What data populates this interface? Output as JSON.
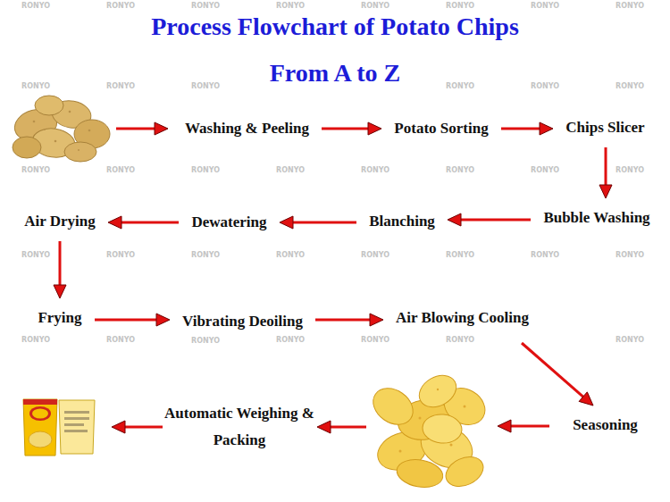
{
  "diagram": {
    "title": "Process Flowchart of Potato Chips From A to Z",
    "nodes": [
      {
        "text": [
          "Washing & Peeling"
        ]
      },
      {
        "text": [
          "Potato Sorting"
        ]
      },
      {
        "text": [
          "Chips Slicer"
        ]
      },
      {
        "text": [
          "Bubble Washing"
        ]
      },
      {
        "text": [
          "Blanching"
        ]
      },
      {
        "text": [
          "Dewatering"
        ]
      },
      {
        "text": [
          "Air Drying"
        ]
      },
      {
        "text": [
          "Frying"
        ]
      },
      {
        "text": [
          "Vibrating Deoiling"
        ]
      },
      {
        "text": [
          "Air Blowing Cooling"
        ]
      },
      {
        "text": [
          "Seasoning"
        ]
      },
      {
        "text": [
          "Automatic Weighing & Packing"
        ]
      }
    ],
    "edges": [
      {
        "from": 0,
        "to": 1,
        "arrow": "to"
      },
      {
        "from": 1,
        "to": 2,
        "arrow": "to"
      },
      {
        "from": 2,
        "to": 3,
        "arrow": "to"
      },
      {
        "from": 3,
        "to": 4,
        "arrow": "to"
      },
      {
        "from": 4,
        "to": 5,
        "arrow": "to"
      },
      {
        "from": 5,
        "to": 6,
        "arrow": "to"
      },
      {
        "from": 6,
        "to": 7,
        "arrow": "to"
      },
      {
        "from": 7,
        "to": 8,
        "arrow": "to"
      },
      {
        "from": 8,
        "to": 9,
        "arrow": "to"
      },
      {
        "from": 9,
        "to": 10,
        "arrow": "to"
      }
    ],
    "labels": [
      "RONYO",
      "RONYO",
      "RONYO",
      "RONYO",
      "RONYO",
      "RONYO",
      "RONYO",
      "RONYO",
      "RONYO",
      "RONYO",
      "RONYO",
      "RONYO",
      "RONYO",
      "RONYO",
      "RONYO",
      "RONYO",
      "RONYO",
      "RONYO",
      "RONYO",
      "RONYO",
      "RONYO",
      "RONYO",
      "RONYO",
      "RONYO",
      "RONYO",
      "RONYO",
      "RONYO",
      "RONYO",
      "RONYO",
      "RONYO",
      "RONYO",
      "RONYO",
      "RONYO",
      "RONYO",
      "RONYO",
      "RONYO",
      "RONYO"
    ]
  }
}
